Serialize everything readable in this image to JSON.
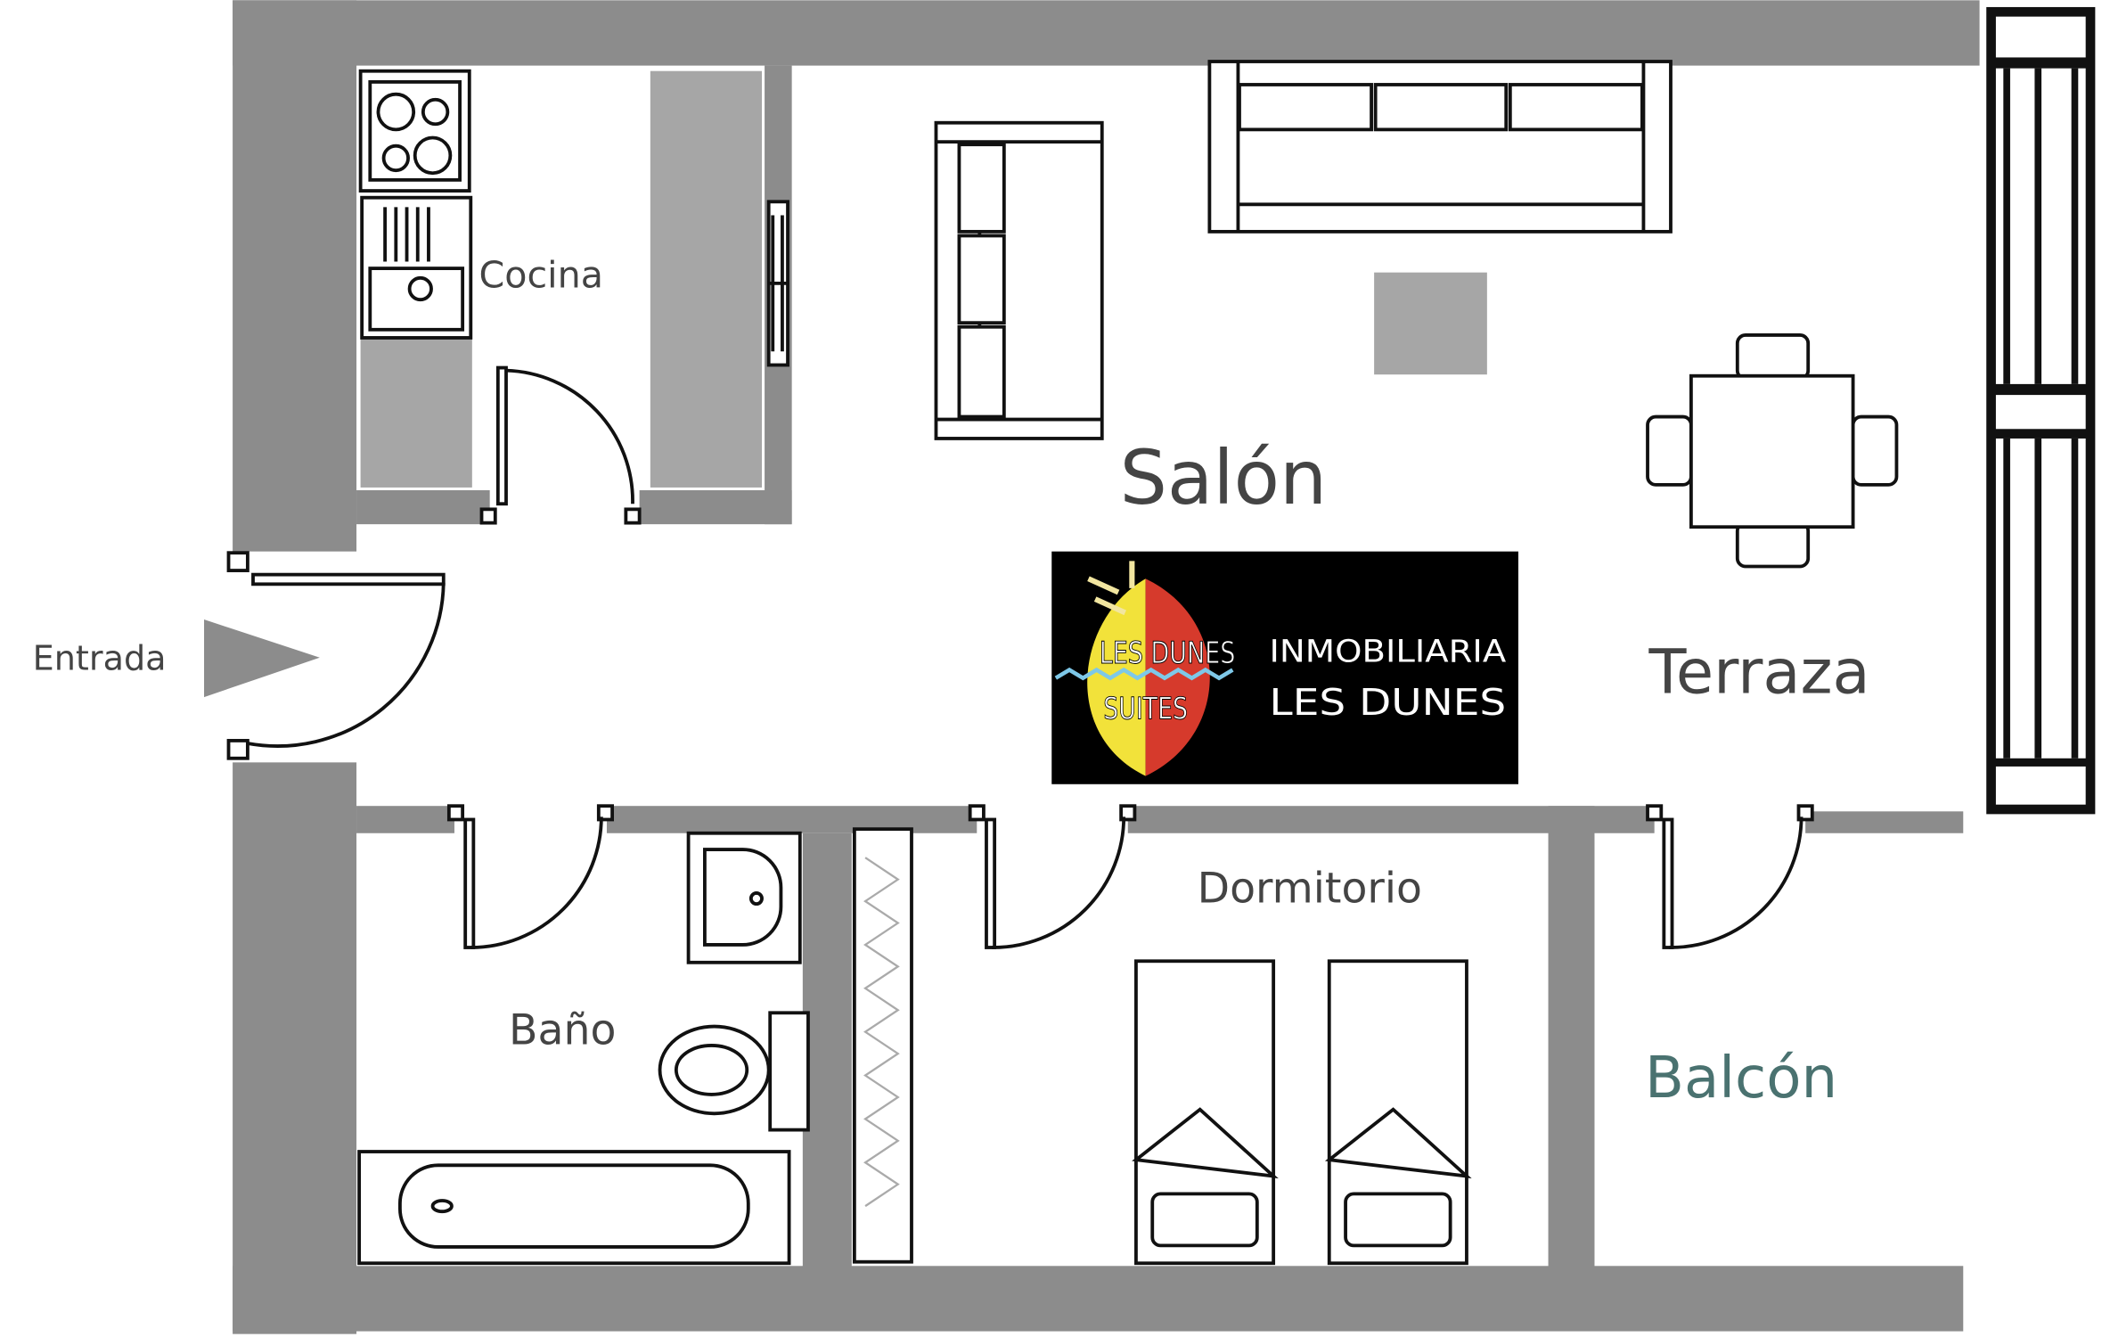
{
  "plan": {
    "rooms": {
      "kitchen": "Cocina",
      "living": "Salón",
      "entrance": "Entrada",
      "terrace": "Terraza",
      "bedroom": "Dormitorio",
      "bathroom": "Baño",
      "balcony": "Balcón"
    },
    "logo": {
      "emblem_line1": "LES DUNES",
      "emblem_line2": "SUITES",
      "company_line1": "INMOBILIARIA",
      "company_line2": "LES DUNES"
    },
    "colors": {
      "wall": "#8c8c8c",
      "counter": "#a6a6a6",
      "balcony_label": "#4a7270"
    }
  }
}
